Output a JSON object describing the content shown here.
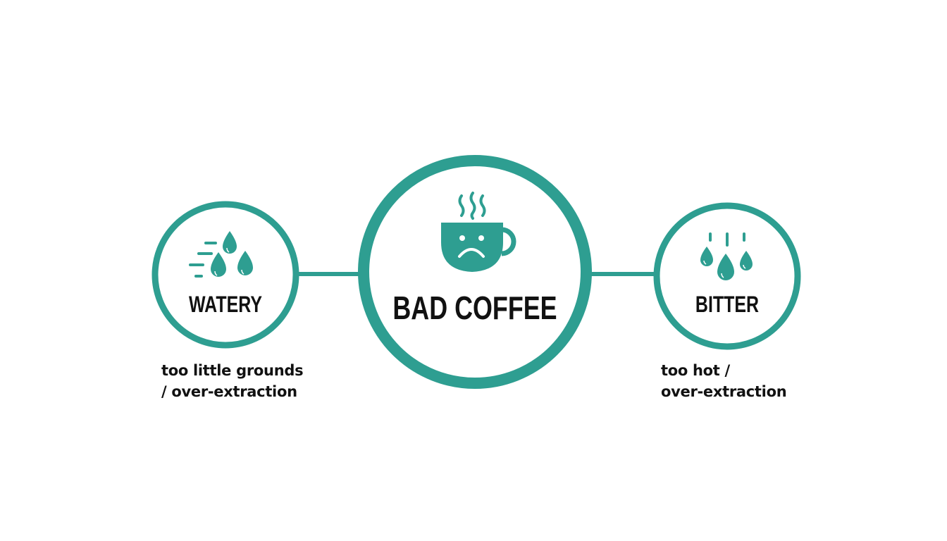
{
  "colors": {
    "accent": "#2e9e91",
    "text": "#111111",
    "background": "#ffffff"
  },
  "center_node": {
    "label": "BAD COFFEE",
    "icon": "sad-coffee-cup-icon"
  },
  "left_node": {
    "label": "WATERY",
    "icon": "water-drops-motion-icon",
    "caption_line1": "too little grounds",
    "caption_line2": "/ over-extraction"
  },
  "right_node": {
    "label": "BITTER",
    "icon": "dripping-drops-icon",
    "caption_line1": "too hot /",
    "caption_line2": "over-extraction"
  }
}
